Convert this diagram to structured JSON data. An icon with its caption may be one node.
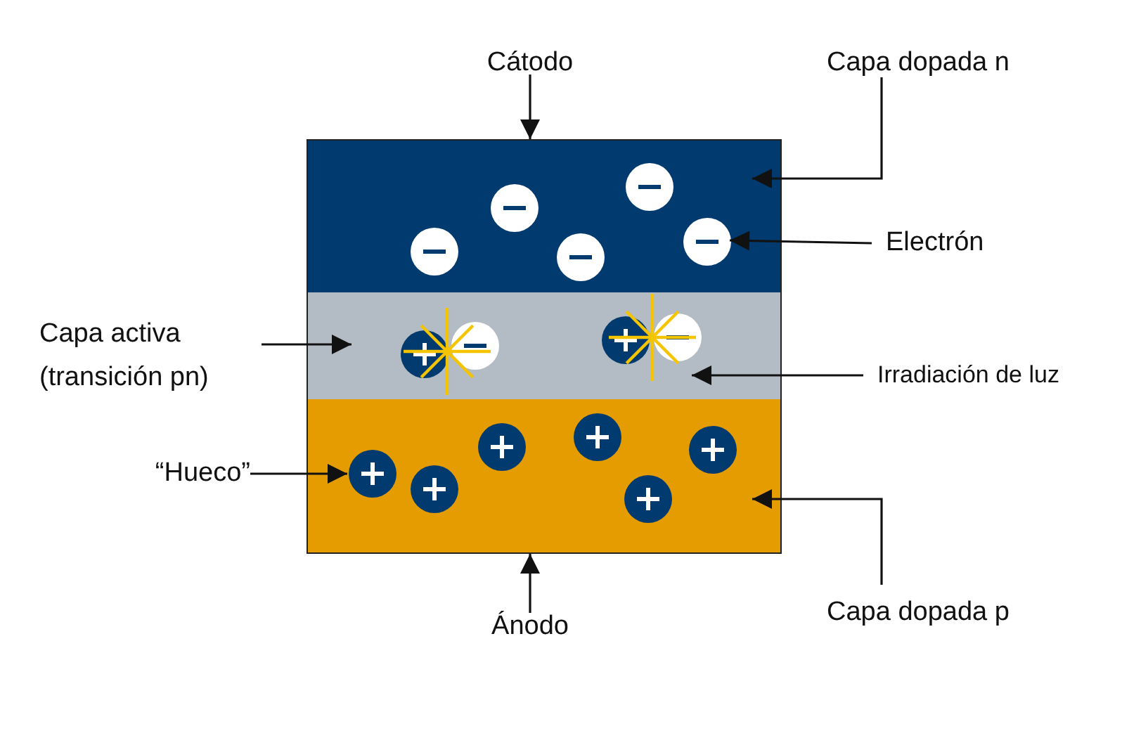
{
  "diagram": {
    "nodes": [
      {
        "text": [
          "Cátodo"
        ]
      },
      {
        "text": [
          "Capa dopada n"
        ]
      },
      {
        "text": [
          "Electrón"
        ]
      },
      {
        "text": [
          "Capa activa (transición pn)"
        ]
      },
      {
        "text": [
          "Irradiación de luz"
        ]
      },
      {
        "text": [
          "“Hueco”"
        ]
      },
      {
        "text": [
          "Ánodo"
        ]
      },
      {
        "text": [
          "Capa dopada p"
        ]
      },
      {
        "text": [],
        "shape": "box"
      },
      {
        "text": [],
        "shape": "box"
      },
      {
        "text": [],
        "shape": "box"
      },
      {
        "text": [],
        "shape": "circle",
        "in": 8
      },
      {
        "text": [],
        "shape": "star",
        "in": 9
      },
      {
        "text": [],
        "shape": "circle",
        "in": 10
      }
    ],
    "edges": [
      {
        "from": 0,
        "to": 8,
        "arrow": "to"
      },
      {
        "from": 1,
        "to": 8,
        "arrow": "to"
      },
      {
        "from": 2,
        "to": 11,
        "arrow": "to"
      },
      {
        "from": 3,
        "to": 9,
        "arrow": "to"
      },
      {
        "from": 4,
        "to": 12,
        "arrow": "to"
      },
      {
        "from": 5,
        "to": 13,
        "arrow": "to"
      },
      {
        "from": 6,
        "to": 10,
        "arrow": "to"
      },
      {
        "from": 7,
        "to": 10,
        "arrow": "to"
      }
    ]
  }
}
